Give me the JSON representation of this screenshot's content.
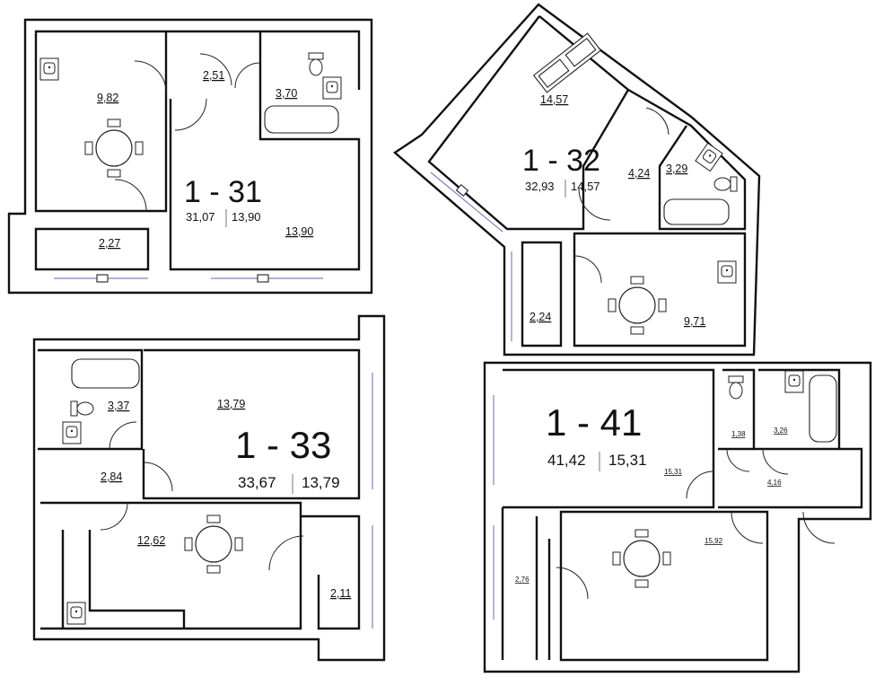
{
  "plans": {
    "p131": {
      "id": "1 - 31",
      "total": "31,07",
      "living": "13,90",
      "rooms": {
        "kitchen": "9,82",
        "hall": "2,51",
        "bath": "3,70",
        "loggia": "2,27",
        "living": "13,90"
      }
    },
    "p132": {
      "id": "1 - 32",
      "total": "32,93",
      "living": "14,57",
      "rooms": {
        "living": "14,57",
        "hall": "4,24",
        "bath": "3,29",
        "loggia": "2,24",
        "kitchen": "9,71"
      }
    },
    "p133": {
      "id": "1 - 33",
      "total": "33,67",
      "living": "13,79",
      "rooms": {
        "bath": "3,37",
        "living": "13,79",
        "hall": "2,84",
        "kitchen": "12,62",
        "loggia": "2,11"
      }
    },
    "p141": {
      "id": "1 - 41",
      "total": "41,42",
      "living": "15,31",
      "rooms": {
        "wc": "1,38",
        "bath": "3,26",
        "living": "15,31",
        "hall": "4,16",
        "kitchen": "15,92",
        "loggia": "2,76"
      }
    }
  },
  "colors": {
    "wall": "#111111",
    "window": "#7a84c9",
    "fixture": "#222222"
  },
  "icons": [
    "sink-icon",
    "toilet-icon",
    "bathtub-icon",
    "dining-table-icon",
    "sofa-icon",
    "door-swing-icon"
  ]
}
